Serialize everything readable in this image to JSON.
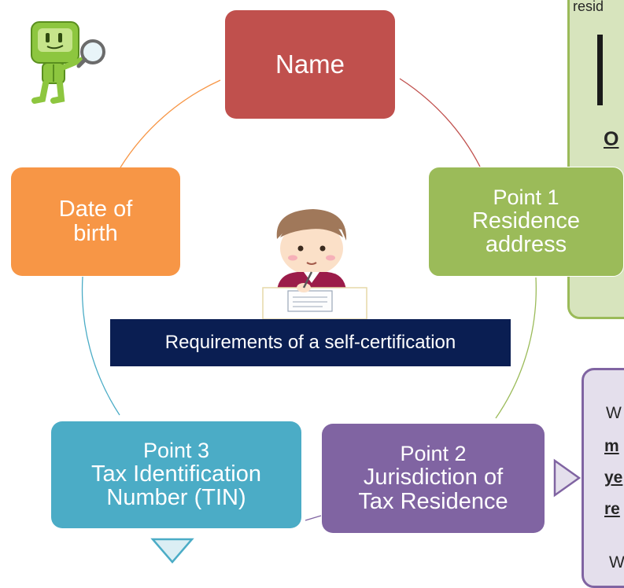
{
  "diagram": {
    "nodes": {
      "name": {
        "lines": [
          "Name"
        ]
      },
      "date_of_birth": {
        "lines": [
          "Date of",
          "birth"
        ]
      },
      "point1": {
        "point": "Point 1",
        "lines": [
          "Residence",
          "address"
        ]
      },
      "point2": {
        "point": "Point 2",
        "lines": [
          "Jurisdiction of",
          "Tax Residence"
        ]
      },
      "point3": {
        "point": "Point 3",
        "lines": [
          "Tax Identification",
          "Number (TIN)"
        ]
      }
    },
    "caption": "Requirements of a self-certification",
    "colors": {
      "name": "#c0504d",
      "date_of_birth": "#f79646",
      "point1": "#9bbb59",
      "point2": "#8064a2",
      "point3": "#4bacc6",
      "caption_bg": "#0a1e52"
    }
  },
  "side_panels": {
    "green": {
      "top_text": "resid",
      "underlined_text": "O"
    },
    "purple": {
      "lines": [
        "W",
        "m",
        "ye",
        "re",
        "W"
      ]
    }
  },
  "icons": [
    "mascot-magnifier-icon",
    "person-writing-icon",
    "arrow-right-icon",
    "arrow-down-icon"
  ]
}
